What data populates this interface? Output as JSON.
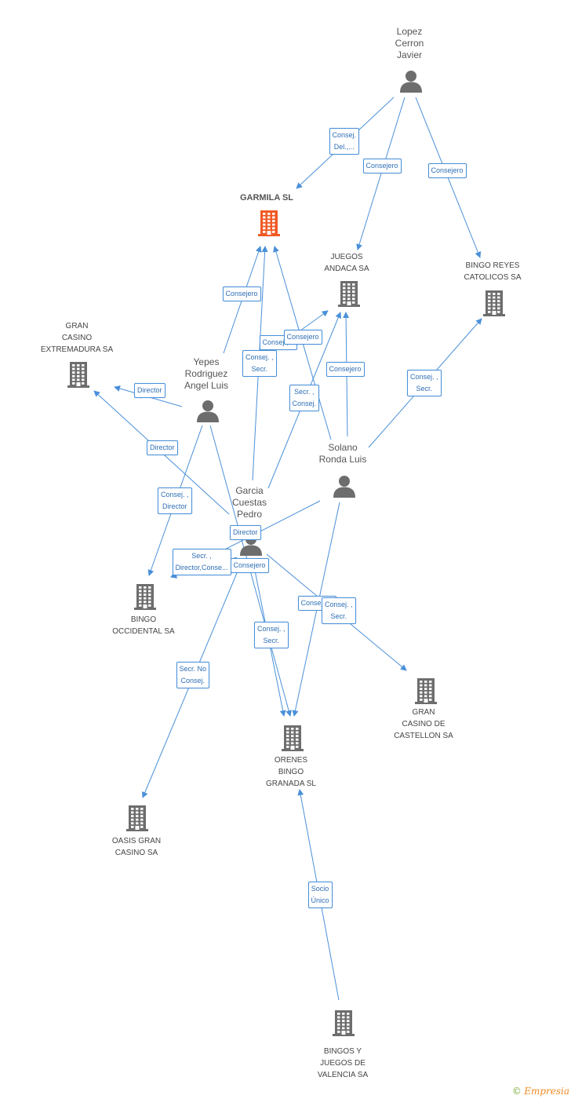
{
  "colors": {
    "edge": "#4a90d9",
    "company_icon": "#6d6d6d",
    "focus_icon": "#f15a24",
    "person_icon": "#6d6d6d",
    "label_border": "#4a90d9"
  },
  "nodes": [
    {
      "id": "lopez",
      "kind": "person",
      "label": "Lopez\nCerron\nJavier"
    },
    {
      "id": "garmila",
      "kind": "focus",
      "label": "GARMILA SL"
    },
    {
      "id": "juegos",
      "kind": "company",
      "label": "JUEGOS\nANDACA SA"
    },
    {
      "id": "bingoreyes",
      "kind": "company",
      "label": "BINGO REYES\nCATOLICOS SA"
    },
    {
      "id": "grancasinoext",
      "kind": "company",
      "label": "GRAN\nCASINO\nEXTREMADURA SA"
    },
    {
      "id": "yepes",
      "kind": "person",
      "label": "Yepes\nRodriguez\nAngel Luis"
    },
    {
      "id": "solano",
      "kind": "person",
      "label": "Solano\nRonda Luis"
    },
    {
      "id": "garcia",
      "kind": "person",
      "label": "Garcia\nCuestas\nPedro"
    },
    {
      "id": "bingooccidental",
      "kind": "company",
      "label": "BINGO\nOCCIDENTAL SA"
    },
    {
      "id": "grancasinocast",
      "kind": "company",
      "label": "GRAN\nCASINO DE\nCASTELLON SA"
    },
    {
      "id": "orenes",
      "kind": "company",
      "label": "ORENES\nBINGO\nGRANADA  SL"
    },
    {
      "id": "oasis",
      "kind": "company",
      "label": "OASIS GRAN\nCASINO SA"
    },
    {
      "id": "bingosvalencia",
      "kind": "company",
      "label": "BINGOS Y\nJUEGOS DE\nVALENCIA SA"
    }
  ],
  "edges": [
    {
      "id": "e1",
      "label": "Consej.\nDel.,..."
    },
    {
      "id": "e2",
      "label": "Consejero"
    },
    {
      "id": "e3",
      "label": "Consejero"
    },
    {
      "id": "e4",
      "label": "Consejero"
    },
    {
      "id": "e5",
      "label": "Consej.,..."
    },
    {
      "id": "e6",
      "label": "Consejero"
    },
    {
      "id": "e7",
      "label": "Consej. ,\nSecr."
    },
    {
      "id": "e8",
      "label": "Consejero"
    },
    {
      "id": "e9",
      "label": "Secr. ,\nConsej."
    },
    {
      "id": "e10",
      "label": "Consej. ,\nSecr."
    },
    {
      "id": "e11",
      "label": "Director"
    },
    {
      "id": "e12",
      "label": "Director"
    },
    {
      "id": "e13",
      "label": "Consej. ,\nDirector"
    },
    {
      "id": "e14",
      "label": "Director"
    },
    {
      "id": "e15",
      "label": "Secr. ,\nDirector,Conse..."
    },
    {
      "id": "e16",
      "label": "Consejero"
    },
    {
      "id": "e17",
      "label": "Consej. ,\nSecr."
    },
    {
      "id": "e18",
      "label": "Consejero"
    },
    {
      "id": "e19",
      "label": "Consej. ,\nSecr."
    },
    {
      "id": "e20",
      "label": "Secr.  No\nConsej."
    },
    {
      "id": "e21",
      "label": "Socio\nÚnico"
    }
  ],
  "footer": {
    "copyright": "©",
    "brand": "Empresia"
  }
}
